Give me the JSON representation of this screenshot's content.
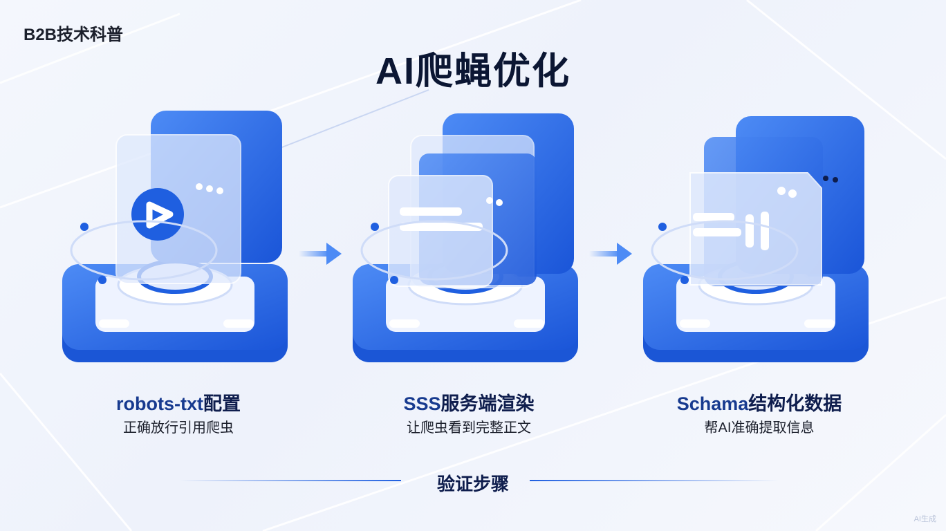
{
  "brand": "B2B技术科普",
  "title": "AI爬蝇优化",
  "steps": [
    {
      "title_latin": "robots-txt",
      "title_cn": "配置",
      "subtitle": "正确放行引用爬虫",
      "icon": "robot-play-icon"
    },
    {
      "title_latin": "SSS",
      "title_cn": "服务端渲染",
      "subtitle": "让爬虫看到完整正文",
      "icon": "server-render-icon"
    },
    {
      "title_latin": "Schama",
      "title_cn": "结构化数据",
      "subtitle": "帮AI准确提取信息",
      "icon": "structured-data-icon"
    }
  ],
  "footer_label": "验证步骤",
  "watermark": "AI生成",
  "colors": {
    "accent": "#1f5fe0",
    "accent_light": "#4d8bf5",
    "title": "#0b1633",
    "label_latin": "#173a8f"
  }
}
